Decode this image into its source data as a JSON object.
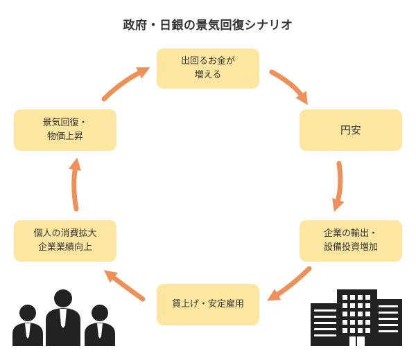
{
  "title": "政府・日銀の景気回復シナリオ",
  "colors": {
    "box_fill": "#fde7a0",
    "arrow": "#ee9058",
    "silhouette": "#222222",
    "text": "#333333"
  },
  "nodes": [
    {
      "label": "出回るお金が\n増える"
    },
    {
      "label": "円安"
    },
    {
      "label": "企業の輸出・\n設備投資増加"
    },
    {
      "label": "賃上げ・安定雇用"
    },
    {
      "label": "個人の消費拡大\n企業業績向上"
    },
    {
      "label": "景気回復・\n物価上昇"
    }
  ],
  "icons": [
    "businessmen-group-icon",
    "office-buildings-icon"
  ]
}
